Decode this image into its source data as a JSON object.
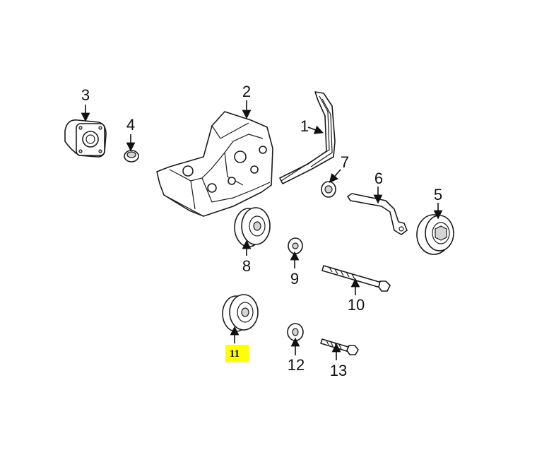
{
  "diagram": {
    "highlight_color": "#ffff00",
    "callouts": {
      "belt": "1",
      "bracket": "2",
      "pump": "3",
      "cap": "4",
      "idler_pulley_right": "5",
      "tensioner_arm": "6",
      "nut": "7",
      "pulley_8": "8",
      "washer_9": "9",
      "bolt_10": "10",
      "pulley_11": "11",
      "washer_12": "12",
      "bolt_13": "13"
    },
    "highlighted_callout": "pulley_11"
  }
}
